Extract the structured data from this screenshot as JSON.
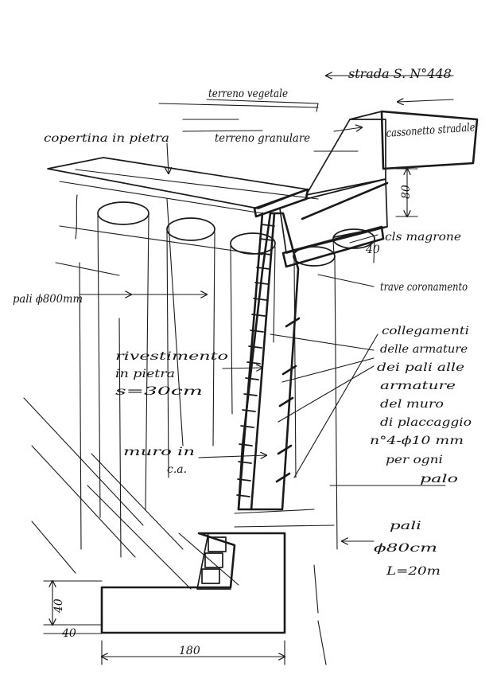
{
  "drawing": {
    "road": "strada S. N°448",
    "topsoil": "terreno vegetale",
    "road_pavement": "cassonetto stradale",
    "granular_fill": "terreno granulare",
    "coping": "copertina in pietra",
    "lean_concrete": "cls magrone",
    "dim_80": "80",
    "dim_40": "40",
    "piles": "pali ϕ800mm",
    "capping_beam": "trave coronamento",
    "stone_cladding_1": "rivestimento",
    "stone_cladding_2": "in pietra",
    "stone_cladding_3": "s=30cm",
    "rebar_1": "collegamenti",
    "rebar_2": "delle armature",
    "rebar_3": "dei pali alle",
    "rebar_4": "armature",
    "rebar_5": "del muro",
    "rebar_6": "di placcaggio",
    "rebar_7": "n°4-ϕ10 mm",
    "rebar_8": "per ogni",
    "rebar_9": "palo",
    "wall_1": "muro in",
    "wall_2": "c.a.",
    "piles_b_1": "pali",
    "piles_b_2": "ϕ80cm",
    "piles_b_3": "L=20m",
    "dim_left_top": "40",
    "dim_left_bottom": "40",
    "dim_base": "180"
  }
}
